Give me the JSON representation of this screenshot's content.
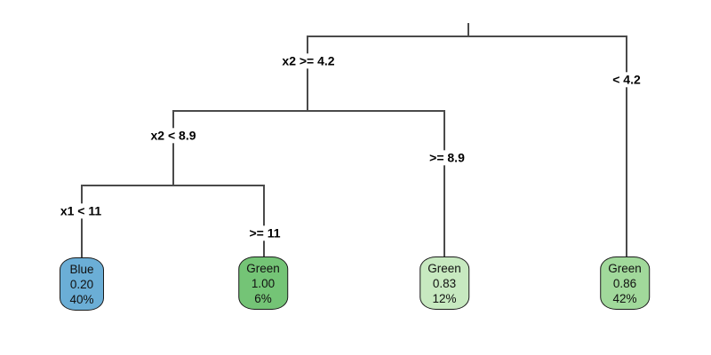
{
  "figure": {
    "type": "decision-tree",
    "background": "#ffffff",
    "line_color": "#4a4a4a",
    "text_color": "#000000"
  },
  "splits": [
    {
      "depth": 1,
      "left": "x2 >= 4.2",
      "right": "< 4.2"
    },
    {
      "depth": 2,
      "left": "x2 < 8.9",
      "right": ">= 8.9"
    },
    {
      "depth": 3,
      "left": "x1 < 11",
      "right": ">= 11"
    }
  ],
  "leaves": [
    {
      "label": "Blue",
      "value": "0.20",
      "coverage": "40%",
      "fill": "#6BAED6",
      "border": "#1a1a1a"
    },
    {
      "label": "Green",
      "value": "1.00",
      "coverage": "6%",
      "fill": "#74C476",
      "border": "#1a1a1a"
    },
    {
      "label": "Green",
      "value": "0.83",
      "coverage": "12%",
      "fill": "#C7E9C0",
      "border": "#1a1a1a"
    },
    {
      "label": "Green",
      "value": "0.86",
      "coverage": "42%",
      "fill": "#A1D99B",
      "border": "#1a1a1a"
    }
  ]
}
